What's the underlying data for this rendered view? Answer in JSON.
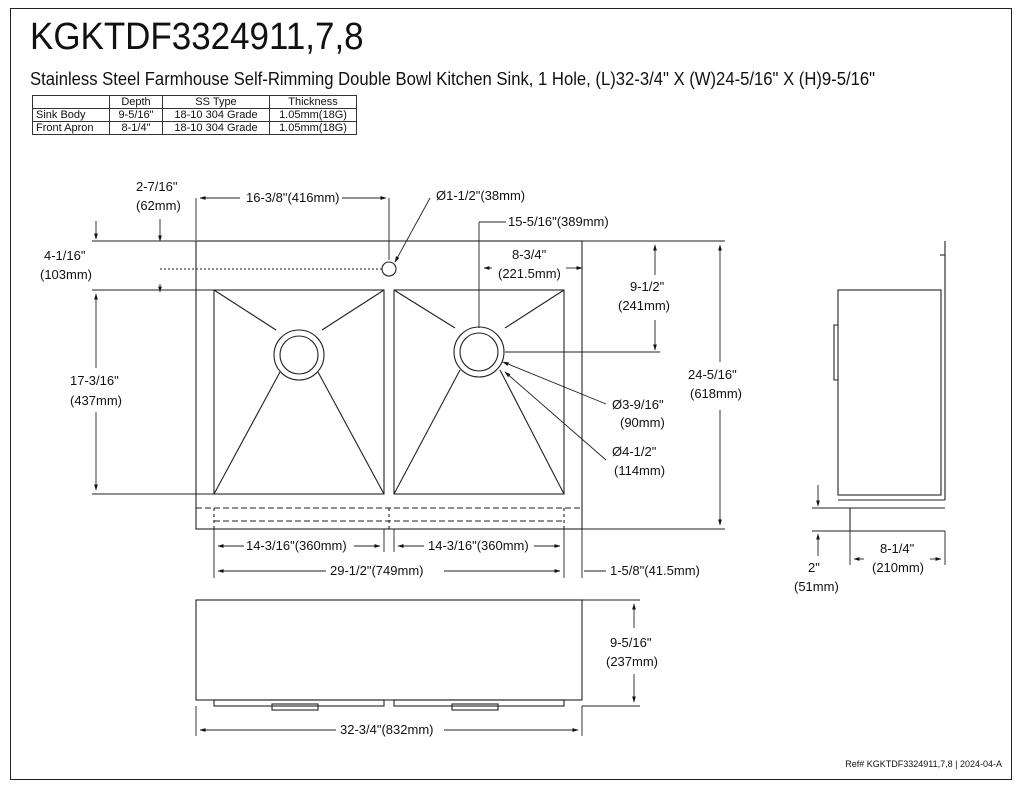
{
  "title": {
    "model": "KGKTDF3324911,7,8",
    "description": "Stainless Steel Farmhouse Self-Rimming Double Bowl Kitchen Sink, 1 Hole, (L)32-3/4\" X (W)24-5/16\" X (H)9-5/16\""
  },
  "spec_table": {
    "headers": [
      "",
      "Depth",
      "SS Type",
      "Thickness"
    ],
    "rows": [
      [
        "Sink Body",
        "9-5/16\"",
        "18-10 304 Grade",
        "1.05mm(18G)"
      ],
      [
        "Front Apron",
        "8-1/4\"",
        "18-10 304 Grade",
        "1.05mm(18G)"
      ]
    ]
  },
  "dimensions": {
    "rim_left_in": "2-7/16\"",
    "rim_left_mm": "(62mm)",
    "hole_offset": "16-3/8\"(416mm)",
    "hole_diameter": "Ø1-1/2\"(38mm)",
    "drain_offset": "15-5/16\"(389mm)",
    "rim_top_in": "4-1/16\"",
    "rim_top_mm": "(103mm)",
    "drain_right_in": "8-3/4\"",
    "drain_right_mm": "(221.5mm)",
    "drain_top_in": "9-1/2\"",
    "drain_top_mm": "(241mm)",
    "bowl_depth_in": "17-3/16\"",
    "bowl_depth_mm": "(437mm)",
    "overall_width_in": "24-5/16\"",
    "overall_width_mm": "(618mm)",
    "drain_small_in": "Ø3-9/16\"",
    "drain_small_mm": "(90mm)",
    "drain_large_in": "Ø4-1/2\"",
    "drain_large_mm": "(114mm)",
    "bowl_left": "14-3/16\"(360mm)",
    "bowl_right": "14-3/16\"(360mm)",
    "inner_length": "29-1/2\"(749mm)",
    "rim_right": "1-5/8\"(41.5mm)",
    "height_in": "9-5/16\"",
    "height_mm": "(237mm)",
    "overall_length": "32-3/4\"(832mm)",
    "apron_in": "8-1/4\"",
    "apron_mm": "(210mm)",
    "lip_in": "2\"",
    "lip_mm": "(51mm)"
  },
  "footer": {
    "ref": "Ref# KGKTDF3324911,7,8 | 2024-04-A"
  }
}
